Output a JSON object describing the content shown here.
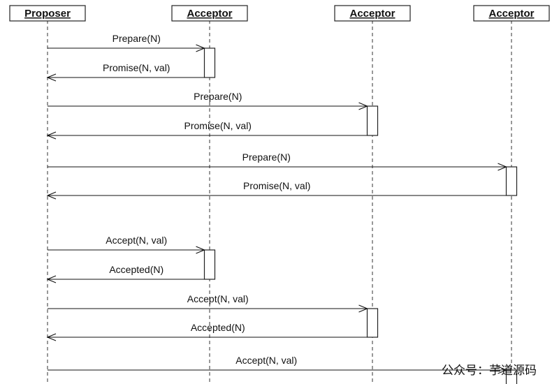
{
  "participants": [
    {
      "id": "proposer",
      "label": "Proposer"
    },
    {
      "id": "acceptor1",
      "label": "Acceptor"
    },
    {
      "id": "acceptor2",
      "label": "Acceptor"
    },
    {
      "id": "acceptor3",
      "label": "Acceptor"
    }
  ],
  "messages": [
    {
      "from": "proposer",
      "to": "acceptor1",
      "label": "Prepare(N)"
    },
    {
      "from": "acceptor1",
      "to": "proposer",
      "label": "Promise(N, val)"
    },
    {
      "from": "proposer",
      "to": "acceptor2",
      "label": "Prepare(N)"
    },
    {
      "from": "acceptor2",
      "to": "proposer",
      "label": "Promise(N, val)"
    },
    {
      "from": "proposer",
      "to": "acceptor3",
      "label": "Prepare(N)"
    },
    {
      "from": "acceptor3",
      "to": "proposer",
      "label": "Promise(N, val)"
    },
    {
      "from": "proposer",
      "to": "acceptor1",
      "label": "Accept(N, val)"
    },
    {
      "from": "acceptor1",
      "to": "proposer",
      "label": "Accepted(N)"
    },
    {
      "from": "proposer",
      "to": "acceptor2",
      "label": "Accept(N, val)"
    },
    {
      "from": "acceptor2",
      "to": "proposer",
      "label": "Accepted(N)"
    },
    {
      "from": "proposer",
      "to": "acceptor3",
      "label": "Accept(N, val)"
    }
  ],
  "watermark": "公众号：芋道源码"
}
